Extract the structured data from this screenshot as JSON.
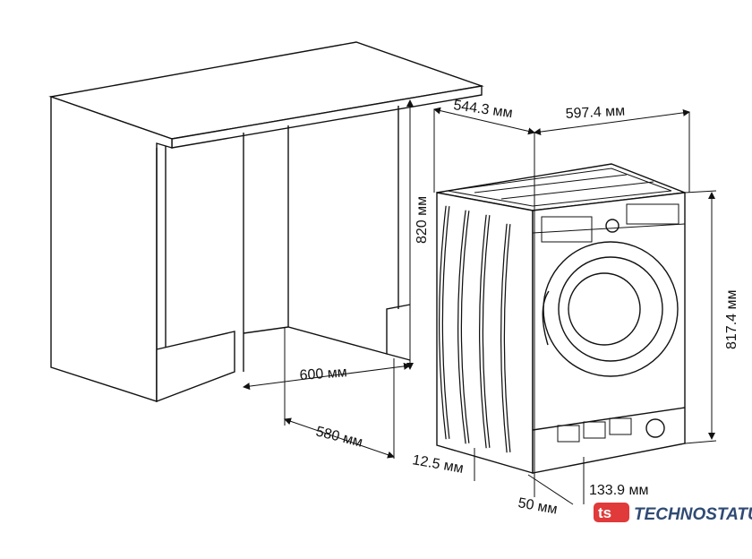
{
  "dimensions": {
    "depth_top": "544.3 мм",
    "width_top": "597.4 мм",
    "niche_height": "820 мм",
    "machine_height": "817.4 мм",
    "niche_width": "600 мм",
    "niche_depth": "580 мм",
    "foot_gap": "12.5 мм",
    "plinth_offset": "50 мм",
    "plinth_height": "133.9 мм"
  },
  "logo": {
    "mark": "ts",
    "name": "TECHNOSTATUS",
    "mark_color": "#e03a3a",
    "text_color": "#2f4a74"
  }
}
